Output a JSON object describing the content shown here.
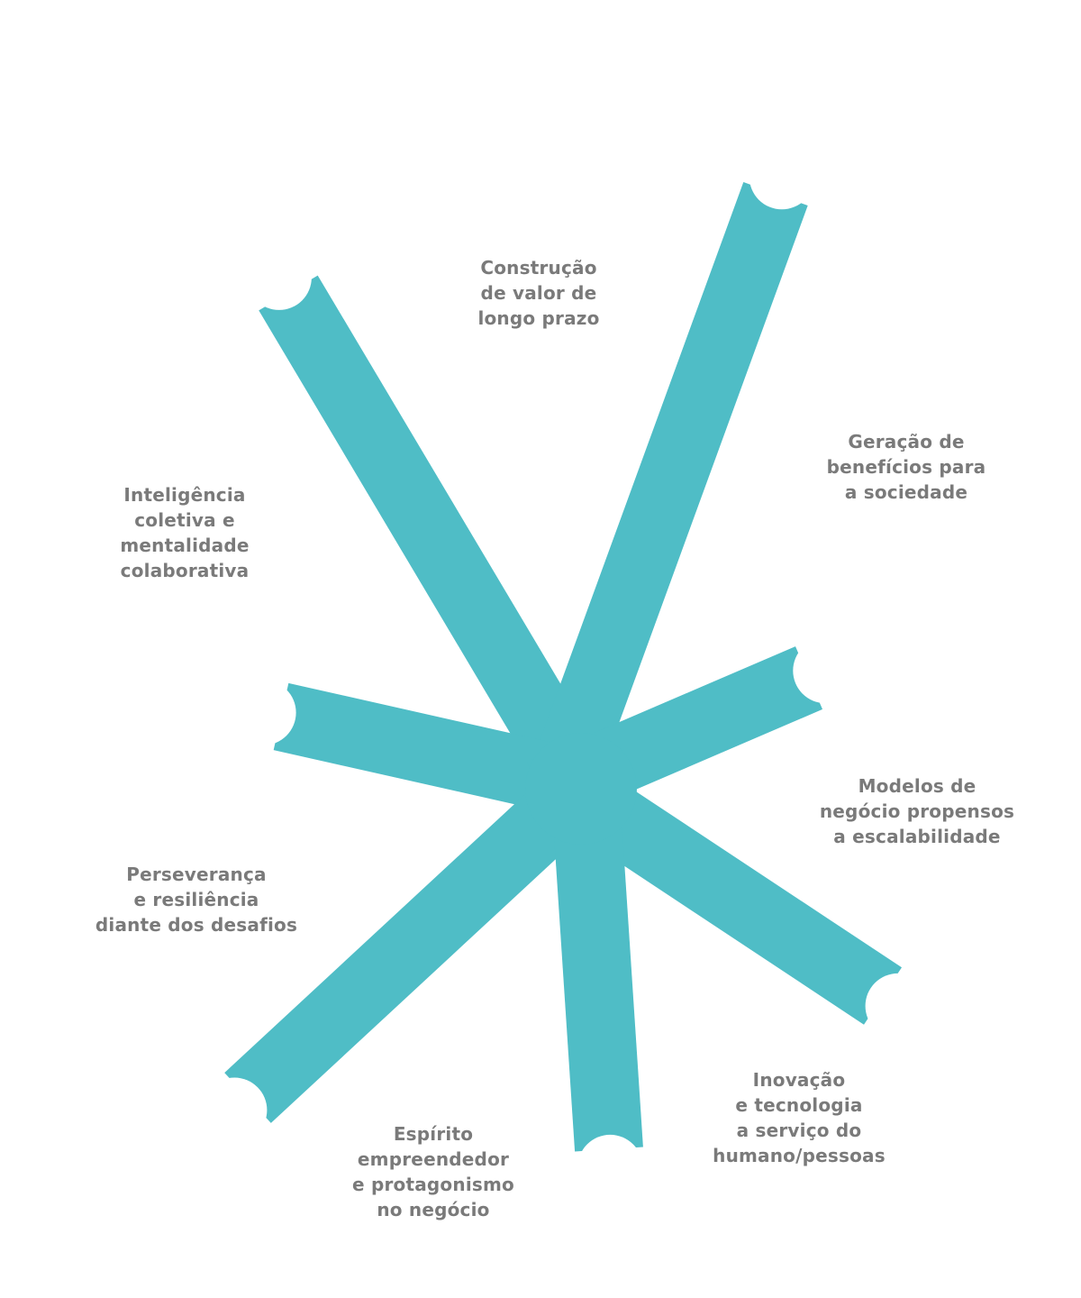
{
  "colors": {
    "ray": "#4fbdc6",
    "text": "#7a7a7a",
    "background": "#ffffff"
  },
  "labels": {
    "construcao": [
      "Construção",
      "de valor de",
      "longo prazo"
    ],
    "geracao": [
      "Geração de",
      "benefícios para",
      "a sociedade"
    ],
    "inteligencia": [
      "Inteligência",
      "coletiva e",
      "mentalidade",
      "colaborativa"
    ],
    "modelos": [
      "Modelos de",
      "negócio propensos",
      "a escalabilidade"
    ],
    "perseveranca": [
      "Perseverança",
      "e resiliência",
      "diante dos desafios"
    ],
    "inovacao": [
      "Inovação",
      "e tecnologia",
      "a serviço do",
      "humano/pessoas"
    ],
    "espirito": [
      "Espírito",
      "empreendedor",
      "e protagonismo",
      "no negócio"
    ]
  }
}
